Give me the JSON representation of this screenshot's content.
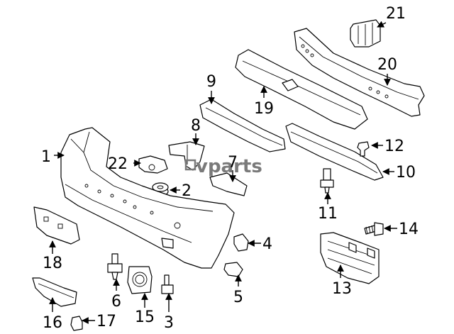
{
  "watermark": "vparts",
  "callouts": [
    "1",
    "2",
    "3",
    "4",
    "5",
    "6",
    "7",
    "8",
    "9",
    "10",
    "11",
    "12",
    "13",
    "14",
    "15",
    "16",
    "17",
    "18",
    "19",
    "20",
    "21",
    "22"
  ]
}
